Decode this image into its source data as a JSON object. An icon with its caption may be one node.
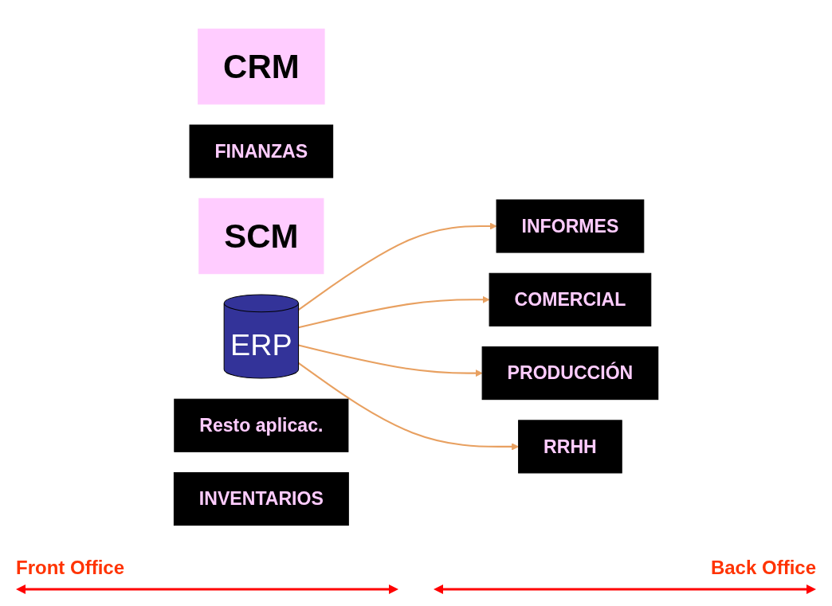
{
  "diagram": {
    "nodes": [
      {
        "text": [
          "CRM"
        ]
      },
      {
        "text": [
          "INFORMES"
        ]
      },
      {
        "text": [
          "FINANZAS"
        ]
      },
      {
        "text": [
          "SCM"
        ]
      },
      {
        "text": [
          "COMERCIAL"
        ]
      },
      {
        "text": [
          "ERP"
        ]
      },
      {
        "text": [
          "PRODUCCIÓN"
        ]
      },
      {
        "text": [
          "Resto aplicac."
        ]
      },
      {
        "text": [
          "RRHH"
        ]
      },
      {
        "text": [
          "INVENTARIOS"
        ]
      }
    ],
    "edges": [
      {
        "from": 5,
        "to": 1,
        "arrow": "to"
      },
      {
        "from": 5,
        "to": 4,
        "arrow": "to"
      },
      {
        "from": 5,
        "to": 6,
        "arrow": "to"
      },
      {
        "from": 5,
        "to": 8,
        "arrow": "to"
      }
    ],
    "labels": [
      "Front Office",
      "Back Office"
    ]
  }
}
